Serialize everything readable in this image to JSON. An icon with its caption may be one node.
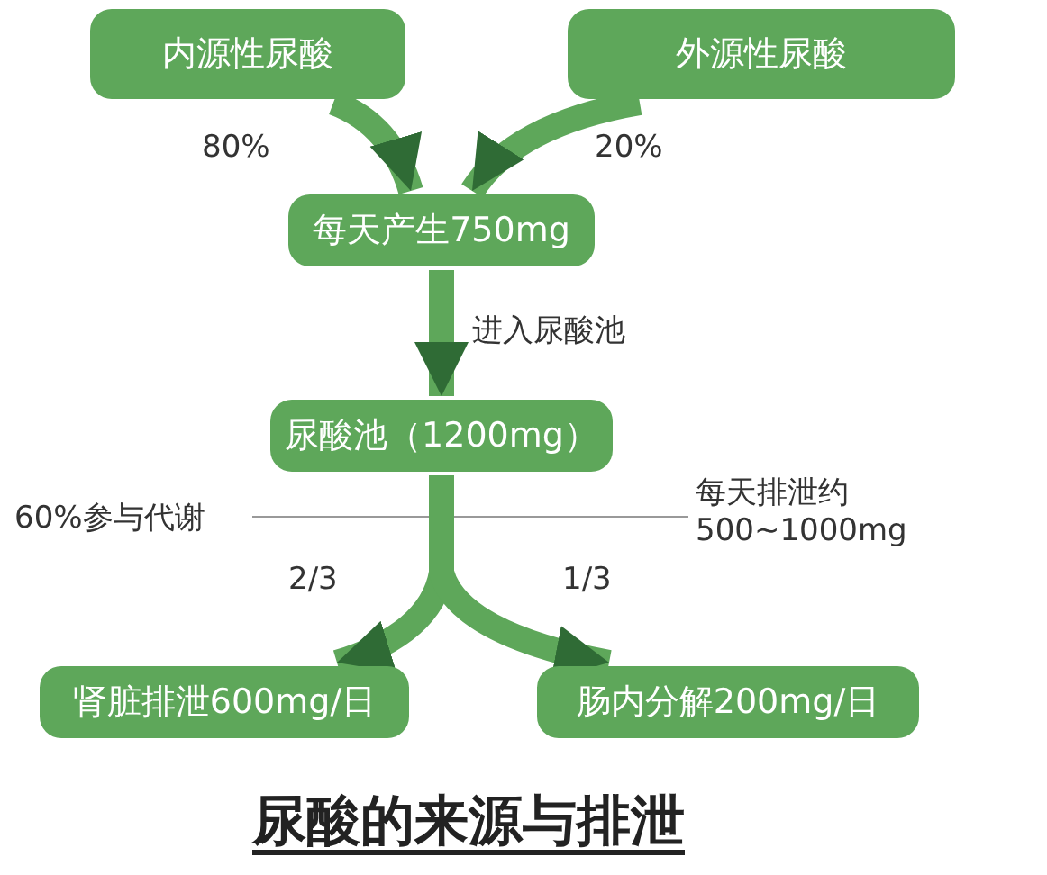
{
  "diagram": {
    "title": "尿酸的来源与排泄",
    "nodes": [
      {
        "text": [
          "内源性尿酸"
        ]
      },
      {
        "text": [
          "外源性尿酸"
        ]
      },
      {
        "text": [
          "每天产生750mg"
        ]
      },
      {
        "text": [
          "尿酸池（1200mg）"
        ]
      },
      {
        "text": [
          "肾脏排泄600mg/日"
        ]
      },
      {
        "text": [
          "肠内分解200mg/日"
        ]
      }
    ],
    "edges": [
      {
        "from": 0,
        "to": 2,
        "arrow": "to",
        "label": "80%"
      },
      {
        "from": 1,
        "to": 2,
        "arrow": "to",
        "label": "20%"
      },
      {
        "from": 2,
        "to": 3,
        "arrow": "to",
        "label": "进入尿酸池"
      },
      {
        "from": 3,
        "to": 4,
        "arrow": "to",
        "label": "2/3"
      },
      {
        "from": 3,
        "to": 5,
        "arrow": "to",
        "label": "1/3"
      }
    ],
    "labels": [
      "60%参与代谢",
      "每天排泄约 500~1000mg"
    ]
  }
}
